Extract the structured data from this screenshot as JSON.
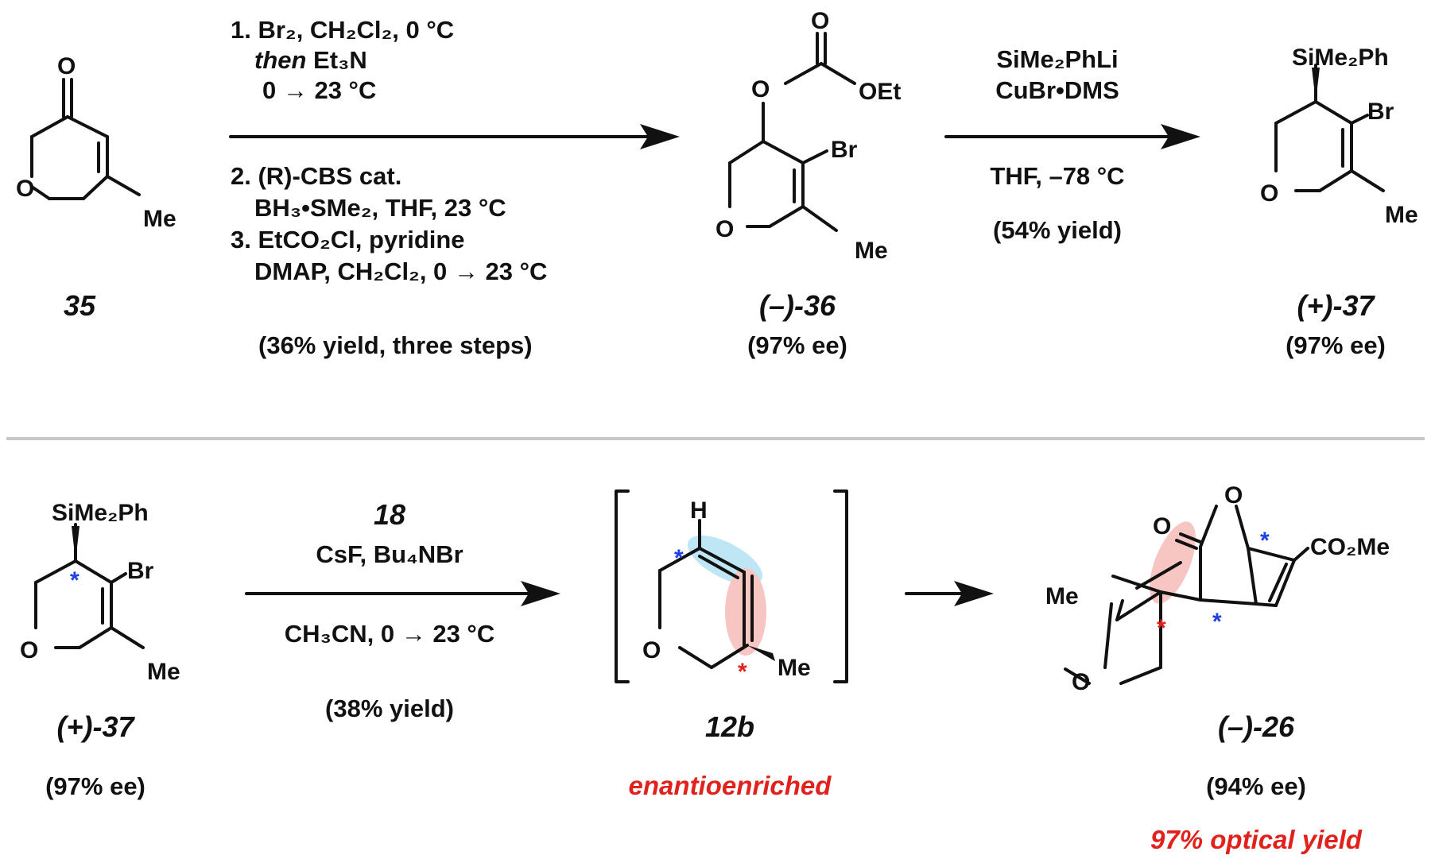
{
  "colors": {
    "ink": "#111111",
    "highlight_red": "#e0211c",
    "stereo_blue": "#1c3fe0",
    "halo_blue": "#bfe6f5",
    "halo_red": "#f7c6c2",
    "divider": "#c8c8c8"
  },
  "top": {
    "compound_35": {
      "label": "35",
      "atoms": {
        "O_carbonyl": "O",
        "O_ring": "O",
        "Me": "Me"
      }
    },
    "step1": {
      "line1": "1. Br₂, CH₂Cl₂, 0 °C",
      "line2_a": "then",
      "line2_b": " Et₃N",
      "line3": "0 → 23 °C",
      "line4": "2. (R)-CBS cat.",
      "line5": "BH₃•SMe₂, THF, 23 °C",
      "line6": "3. EtCO₂Cl, pyridine",
      "line7": "DMAP, CH₂Cl₂, 0 → 23 °C",
      "yield": "(36% yield, three steps)"
    },
    "compound_36": {
      "label": "(–)-36",
      "ee": "(97% ee)",
      "atoms": {
        "O_top": "O",
        "O_link": "O",
        "OEt": "OEt",
        "Br": "Br",
        "O_ring": "O",
        "Me": "Me"
      }
    },
    "step2": {
      "line1": "SiMe₂PhLi",
      "line2": "CuBr•DMS",
      "line3": "THF, –78 °C",
      "yield": "(54% yield)"
    },
    "compound_37": {
      "label": "(+)-37",
      "ee": "(97% ee)",
      "atoms": {
        "Si": "SiMe₂Ph",
        "Br": "Br",
        "O_ring": "O",
        "Me": "Me"
      }
    }
  },
  "bottom": {
    "compound_37": {
      "label": "(+)-37",
      "ee": "(97% ee)",
      "atoms": {
        "Si": "SiMe₂Ph",
        "Br": "Br",
        "O_ring": "O",
        "Me": "Me",
        "star": "*"
      }
    },
    "step3": {
      "line1": "18",
      "line2": "CsF, Bu₄NBr",
      "line3": "CH₃CN, 0 → 23 °C",
      "yield": "(38% yield)"
    },
    "compound_12b": {
      "label": "12b",
      "note": "enantioenriched",
      "atoms": {
        "H": "H",
        "O_ring": "O",
        "Me": "Me",
        "star_blue": "*",
        "star_red": "*"
      }
    },
    "compound_26": {
      "label": "(–)-26",
      "ee": "(94% ee)",
      "note": "97% optical yield",
      "atoms": {
        "O_bridge": "O",
        "O_carbonyl": "O",
        "CO2Me": "CO₂Me",
        "Me": "Me",
        "O_ring": "O",
        "star_blue1": "*",
        "star_blue2": "*",
        "star_red": "*"
      }
    }
  }
}
